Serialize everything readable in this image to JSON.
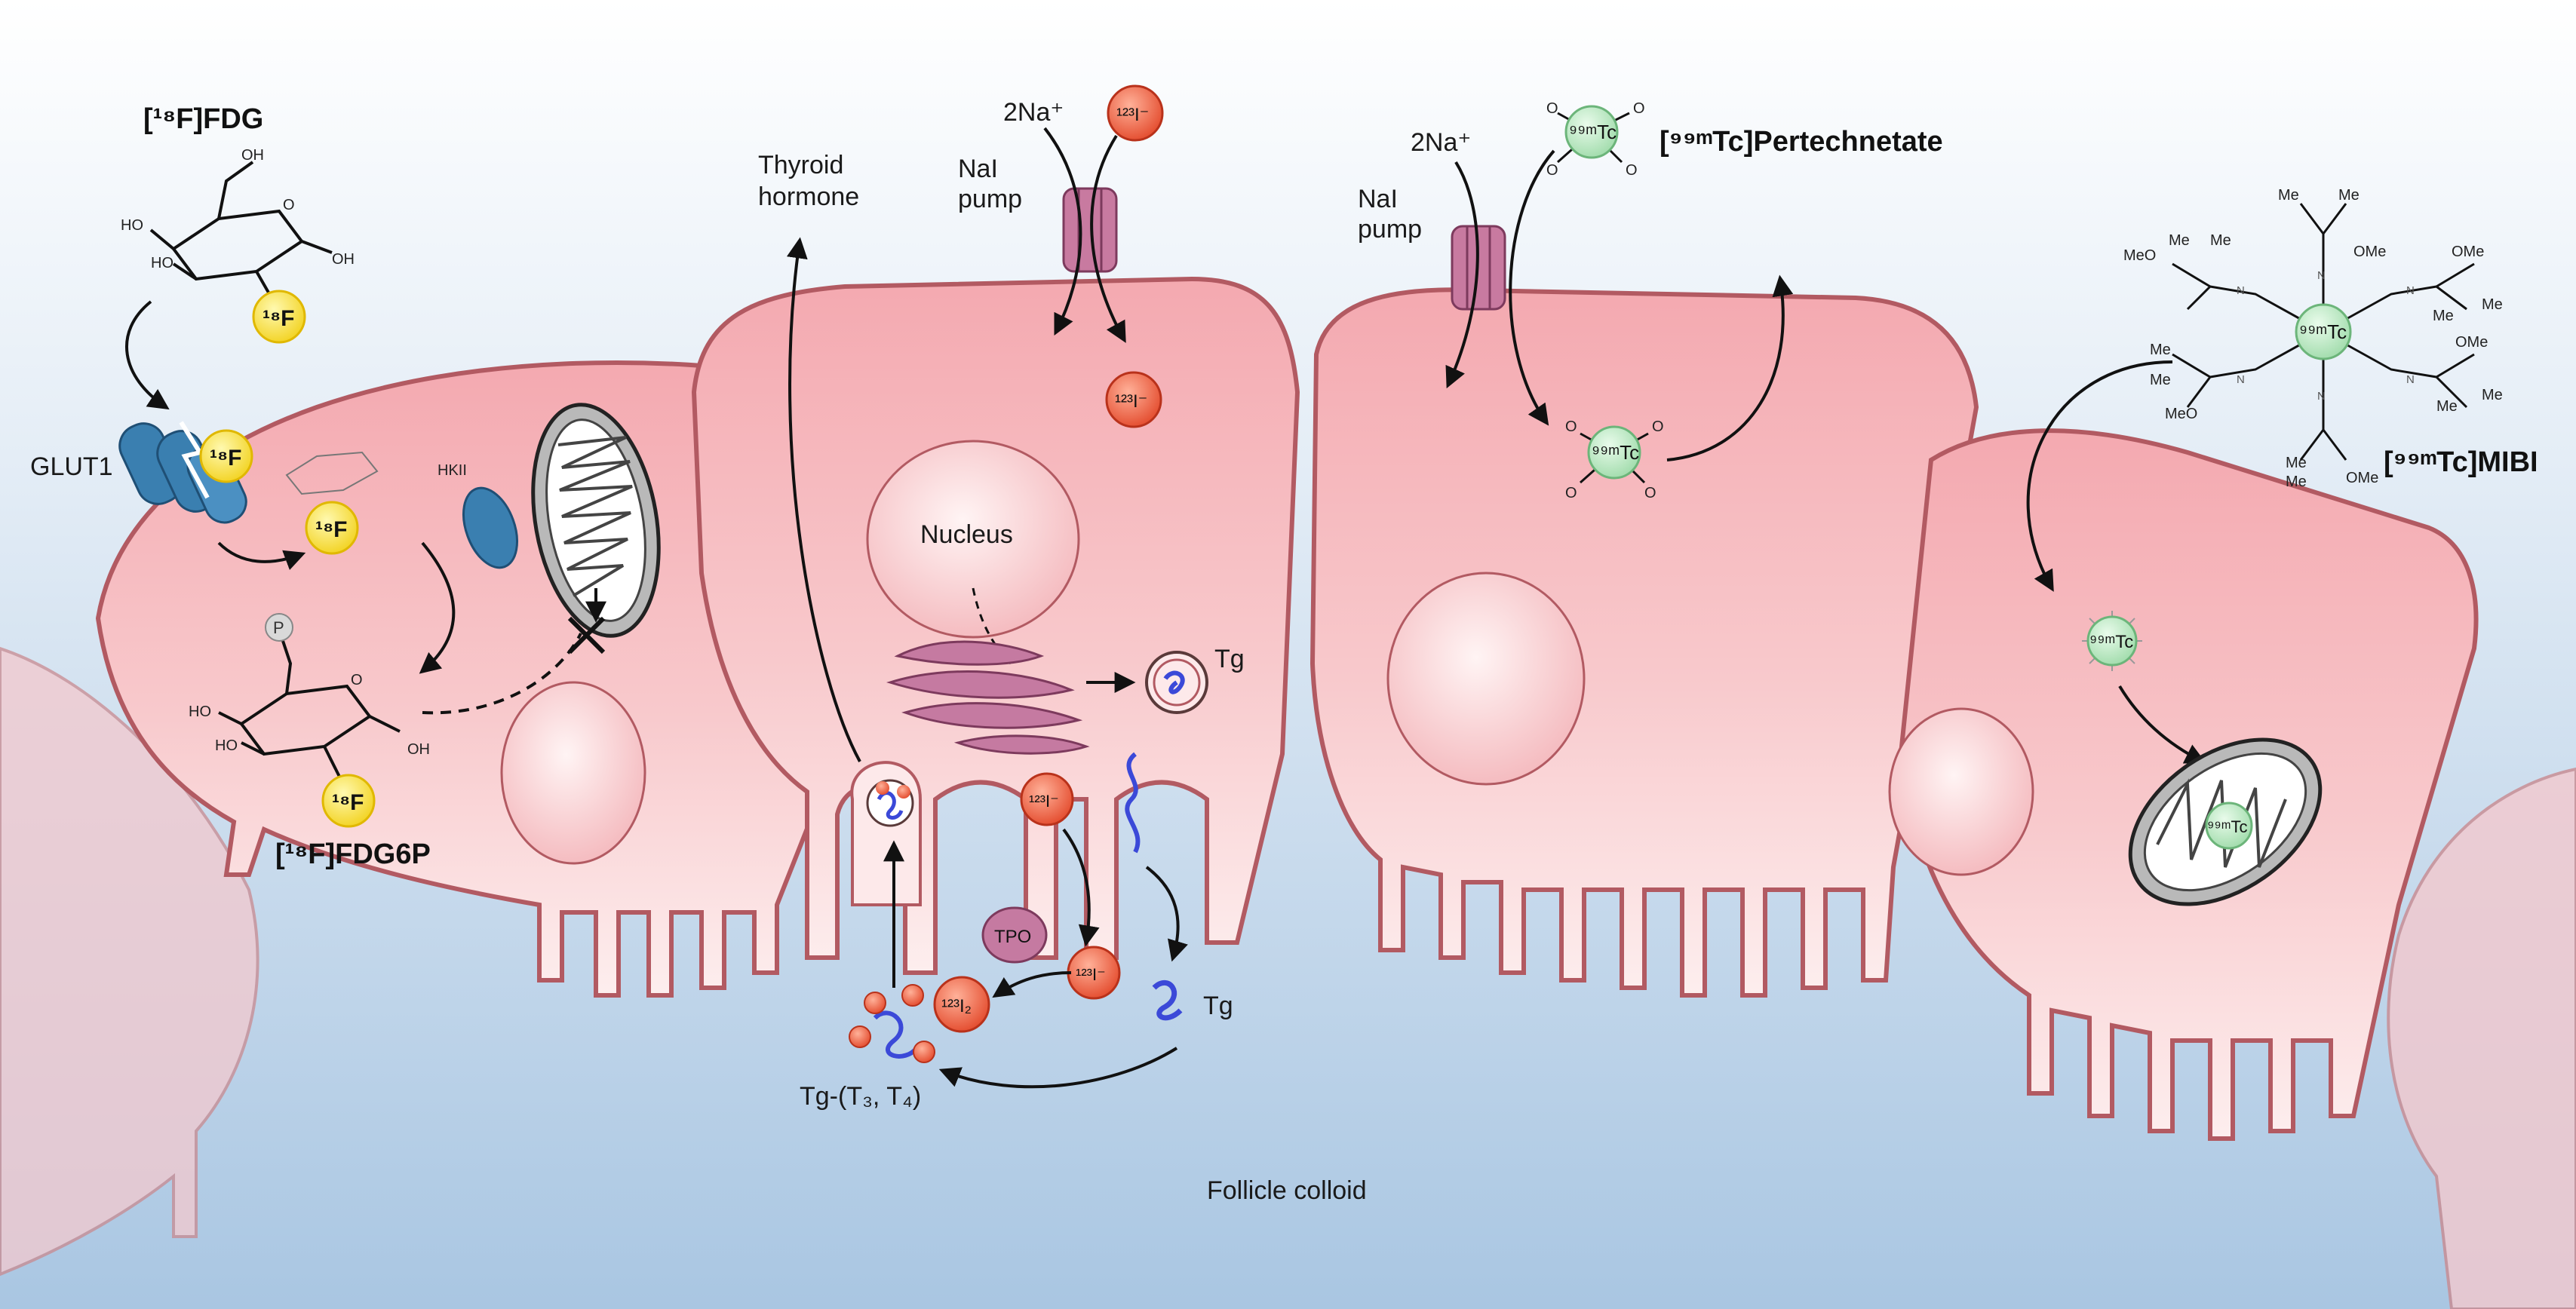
{
  "labels": {
    "fdg": "[¹⁸F]FDG",
    "glut1": "GLUT1",
    "hkii": "HKII",
    "fdg6p": "[¹⁸F]FDG6P",
    "f18": "¹⁸F",
    "p": "P",
    "oh": "OH",
    "ho": "HO",
    "o": "O",
    "thyroid_hormone_1": "Thyroid",
    "thyroid_hormone_2": "hormone",
    "nai_pump_1": "NaI",
    "nai_pump_2": "pump",
    "two_na": "2Na⁺",
    "i123": "¹²³I⁻",
    "i123_2": "¹²³I₂",
    "nucleus": "Nucleus",
    "tg": "Tg",
    "tpo": "TPO",
    "tg_t3t4": "Tg-(T₃, T₄)",
    "tc99m": "⁹⁹ᵐTc",
    "pertechnetate": "[⁹⁹ᵐTc]Pertechnetate",
    "mibi": "[⁹⁹ᵐTc]MIBI",
    "me": "Me",
    "ome": "OMe",
    "meo": "MeO",
    "n": "N",
    "follicle_colloid": "Follicle colloid"
  },
  "colors": {
    "cell_fill": "#f7c1c5",
    "cell_stroke": "#b25a62",
    "colloid": "#bcd3ea",
    "fluorine": "#f5dc34",
    "iodine": "#ee5a3c",
    "technetium": "#bfe9c6",
    "transporter_blue": "#3a7fb0",
    "pump_pink": "#c87aa0",
    "tg_blue": "#3b49d8"
  }
}
